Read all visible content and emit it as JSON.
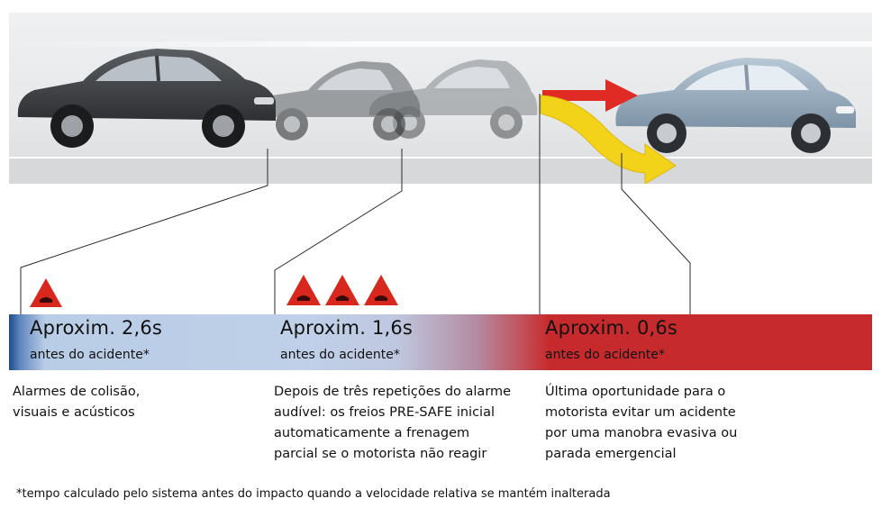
{
  "stages": [
    {
      "title": "Aproxim. 2,6s",
      "subtitle": "antes do acidente*",
      "description_lines": [
        "Alarmes de colisão,",
        "visuais e acústicos"
      ]
    },
    {
      "title": "Aproxim. 1,6s",
      "subtitle": "antes do acidente*",
      "description_lines": [
        "Depois de três repetições do alarme",
        "audível: os freios PRE-SAFE inicial",
        "automaticamente a frenagem",
        "parcial se o motorista não reagir"
      ]
    },
    {
      "title": "Aproxim. 0,6s",
      "subtitle": "antes do acidente*",
      "description_lines": [
        "Última oportunidade para o",
        "motorista evitar um acidente",
        "por uma manobra evasiva ou",
        "parada emergencial"
      ]
    }
  ],
  "footnote": "*tempo calculado pelo sistema antes do impacto quando a velocidade relativa se mantém inalterada",
  "colors": {
    "band_blue": "#bfd0e8",
    "band_red": "#c62a2c",
    "warning_red": "#d8281e",
    "arrow_yellow": "#f3d21a",
    "arrow_red": "#e02a24"
  },
  "icons": [
    "warning-triangle-icon"
  ]
}
